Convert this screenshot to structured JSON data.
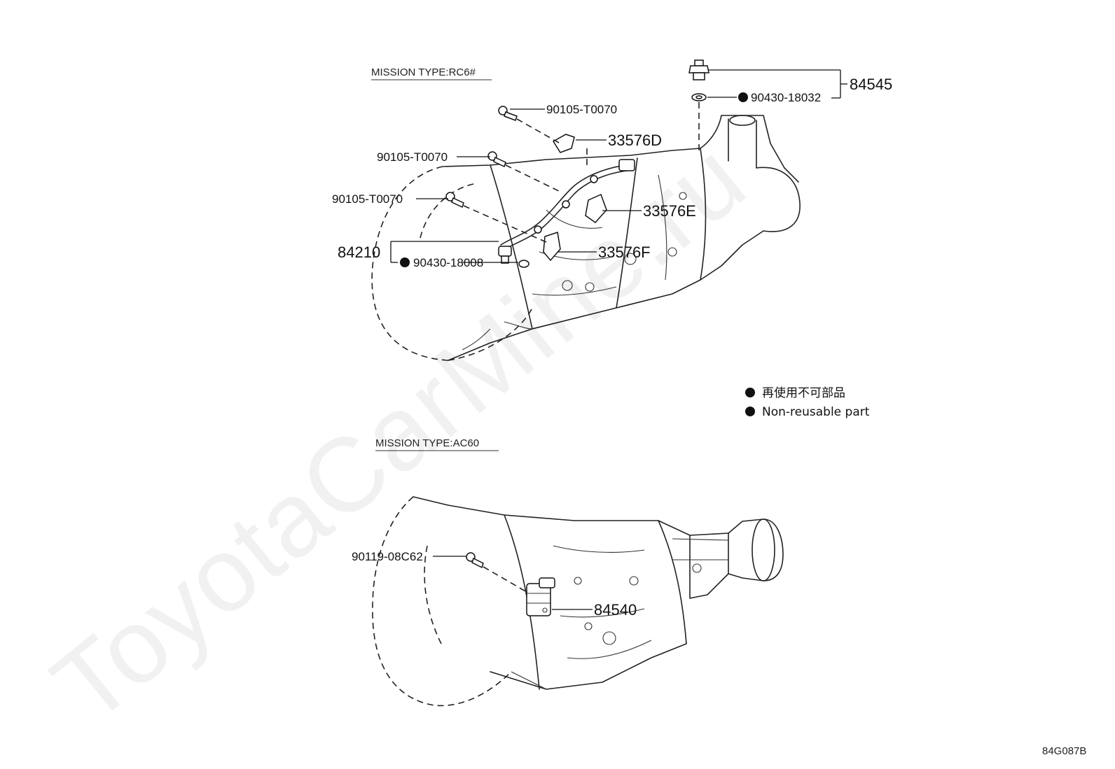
{
  "watermark": "ToyotaCarMine.ru",
  "sections": {
    "rc6": {
      "title": "MISSION TYPE:RC6#"
    },
    "ac60": {
      "title": "MISSION TYPE:AC60"
    }
  },
  "parts": {
    "p84545": "84545",
    "p90430_18032": "90430-18032",
    "p90105_a": "90105-T0070",
    "p33576D": "33576D",
    "p90105_b": "90105-T0070",
    "p90105_c": "90105-T0070",
    "p33576E": "33576E",
    "p84210": "84210",
    "p90430_18008": "90430-18008",
    "p33576F": "33576F",
    "p90119": "90119-08C62",
    "p84540": "84540"
  },
  "legend": {
    "ja": "再使用不可部品",
    "en": "Non-reusable part"
  },
  "doc_code": "84G087B"
}
